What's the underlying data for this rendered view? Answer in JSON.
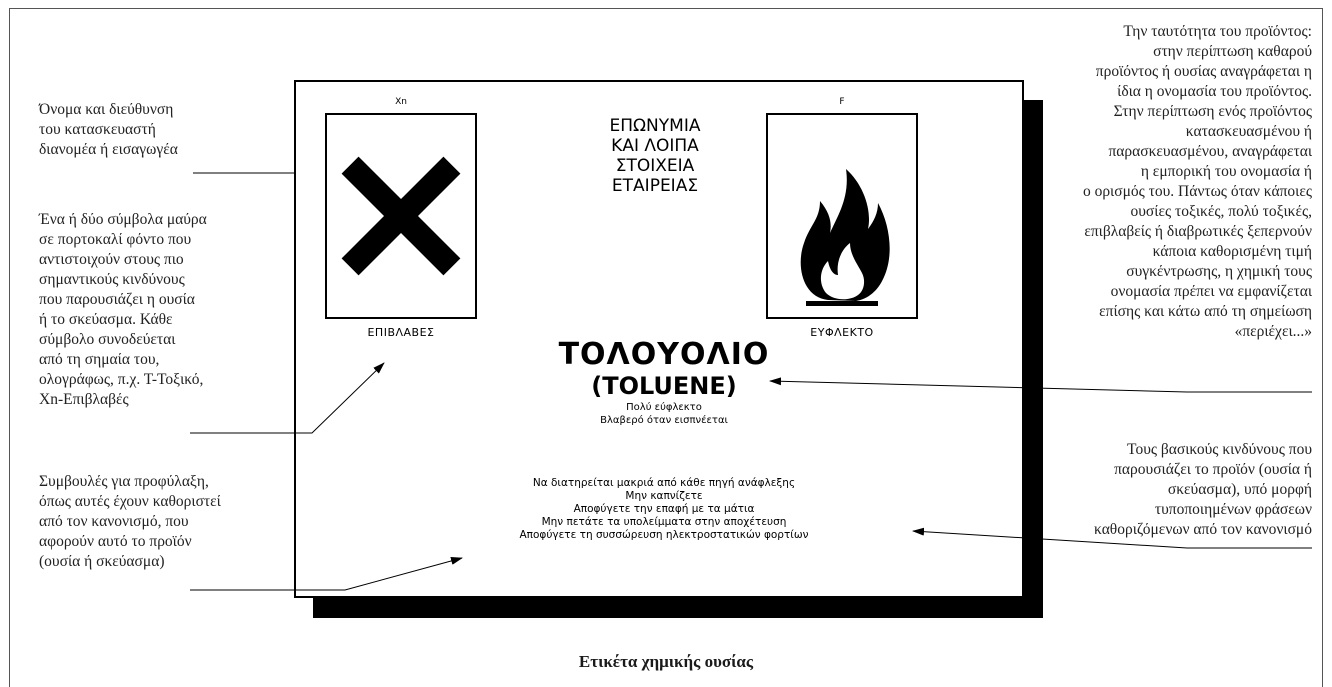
{
  "notes": {
    "manufacturer": {
      "lines": [
        "Όνομα και διεύθυνση",
        "του κατασκευαστή",
        "διανομέα ή εισαγωγέα"
      ]
    },
    "symbols": {
      "lines": [
        "Ένα ή δύο σύμβολα μαύρα",
        "σε πορτοκαλί φόντο που",
        "αντιστοιχούν στους πιο",
        "σημαντικούς κινδύνους",
        "που παρουσιάζει η ουσία",
        "ή το σκεύασμα. Κάθε",
        "σύμβολο συνοδεύεται",
        "από τη σημαία του,",
        "ολογράφως, π.χ. Τ-Τοξικό,",
        "Xn-Επιβλαβές"
      ]
    },
    "precautions": {
      "lines": [
        "Συμβουλές για προφύλαξη,",
        "όπως αυτές έχουν καθοριστεί",
        "από τον κανονισμό, που",
        "αφορούν αυτό το προϊόν",
        "(ουσία ή σκεύασμα)"
      ]
    },
    "identity": {
      "lines": [
        "Την ταυτότητα του προϊόντος:",
        "στην περίπτωση καθαρού",
        "προϊόντος ή ουσίας αναγράφεται η",
        "ίδια η ονομασία του προϊόντος.",
        "Στην περίπτωση ενός προϊόντος",
        "κατασκευασμένου ή",
        "παρασκευασμένου, αναγράφεται",
        "η εμπορική του ονομασία ή",
        "ο ορισμός του. Πάντως όταν κάποιες",
        "ουσίες τοξικές, πολύ τοξικές,",
        "επιβλαβείς ή διαβρωτικές ξεπερνούν",
        "κάποια καθορισμένη τιμή",
        "συγκέντρωσης, η χημική τους",
        "ονομασία πρέπει να εμφανίζεται",
        "επίσης και κάτω από τη σημείωση",
        "«περιέχει...»"
      ]
    },
    "risks": {
      "lines": [
        "Τους βασικούς κινδύνους που",
        "παρουσιάζει το προϊόν (ουσία ή",
        "σκεύασμα), υπό μορφή",
        "τυποποιημένων φράσεων",
        "καθοριζόμενων από τον κανονισμό"
      ]
    }
  },
  "label": {
    "symbol_left": {
      "code": "Xn",
      "caption": "ΕΠΙΒΛΑΒΕΣ",
      "icon": "harmful-x-icon"
    },
    "symbol_right": {
      "code": "F",
      "caption": "ΕΥΦΛΕΚΤΟ",
      "icon": "flame-icon"
    },
    "company_lines": [
      "ΕΠΩΝΥΜΙΑ",
      "ΚΑΙ ΛΟΙΠΑ",
      "ΣΤΟΙΧΕΙΑ",
      "ΕΤΑΙΡΕΙΑΣ"
    ],
    "product_name": "ΤΟΛΟΥΟΛΙΟ",
    "product_name_intl": "(TOLUENE)",
    "hazard_phrases": [
      "Πολύ εύφλεκτο",
      "Βλαβερό όταν εισπνέεται"
    ],
    "precaution_phrases": [
      "Να διατηρείται μακριά από κάθε πηγή ανάφλεξης",
      "Μην καπνίζετε",
      "Αποφύγετε την επαφή με τα μάτια",
      "Μην πετάτε τα υπολείμματα στην αποχέτευση",
      "Αποφύγετε τη συσσώρευση ηλεκτροστατικών φορτίων"
    ]
  },
  "caption": "Ετικέτα χημικής ουσίας",
  "colors": {
    "ink": "#000000",
    "text": "#222222",
    "background": "#ffffff"
  }
}
